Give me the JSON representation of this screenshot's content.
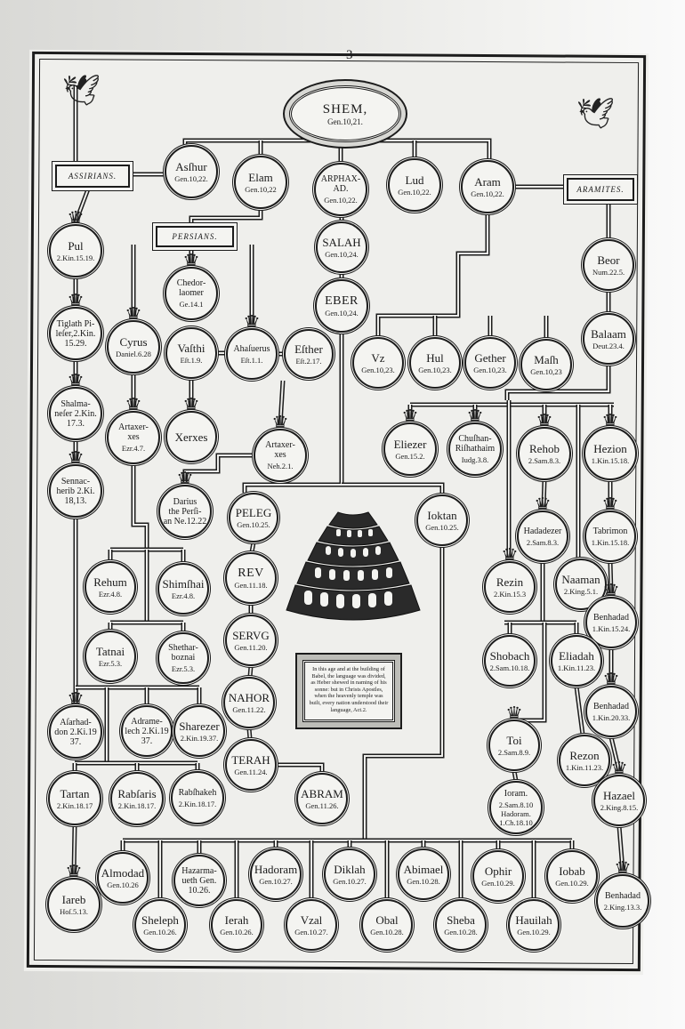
{
  "page_number": "3",
  "root": {
    "name": "SHEM,",
    "ref": "Gen.10,21."
  },
  "labels": {
    "assyrians": "ASSIRIANS.",
    "aramites": "ARAMITES.",
    "persians": "PERSIANS."
  },
  "babel_caption": "In this age and at the building of Babel, the language was divided, as Heber shewed in naming of his sonne: but in Christs Apostles, when the heavenly temple was built, every nation understood their language, Act.2.",
  "nodes": [
    {
      "id": "asshur",
      "name": "Asſhur",
      "ref": "Gen.10,22."
    },
    {
      "id": "elam",
      "name": "Elam",
      "ref": "Gen.10,22"
    },
    {
      "id": "arphaxad",
      "name": "ARPHAX-\nAD.",
      "ref": "Gen.10,22."
    },
    {
      "id": "lud",
      "name": "Lud",
      "ref": "Gen.10,22."
    },
    {
      "id": "aram",
      "name": "Aram",
      "ref": "Gen.10,22."
    },
    {
      "id": "pul",
      "name": "Pul",
      "ref": "2.Kin.15.19."
    },
    {
      "id": "tiglath",
      "name": "Tiglath Pi-\nleſer,2.Kin.\n15.29.",
      "ref": ""
    },
    {
      "id": "shalmaneser",
      "name": "Shalma-\nneſer 2.Kin.\n17.3.",
      "ref": ""
    },
    {
      "id": "sennacherib",
      "name": "Sennac-\nherib 2.Ki.\n18,13.",
      "ref": ""
    },
    {
      "id": "chedorlaomer",
      "name": "Chedor-\nlaomer",
      "ref": "Ge.14.1"
    },
    {
      "id": "cyrus",
      "name": "Cyrus",
      "ref": "Daniel.6.28"
    },
    {
      "id": "vasthi",
      "name": "Vaſthi",
      "ref": "Eſt.1.9."
    },
    {
      "id": "ahasuerus",
      "name": "Ahaſuerus",
      "ref": "Eſt.1.1."
    },
    {
      "id": "esther",
      "name": "Eſther",
      "ref": "Eſt.2.17."
    },
    {
      "id": "xerxes",
      "name": "Xerxes",
      "ref": ""
    },
    {
      "id": "artaxerxes-ezr",
      "name": "Artaxer-\nxes",
      "ref": "Ezr.4.7."
    },
    {
      "id": "artaxerxes-neh",
      "name": "Artaxer-\nxes",
      "ref": "Neh.2.1."
    },
    {
      "id": "darius",
      "name": "Darius\nthe Perſi-\nan Ne.12.22",
      "ref": ""
    },
    {
      "id": "salah",
      "name": "SALAH",
      "ref": "Gen.10,24."
    },
    {
      "id": "eber",
      "name": "EBER",
      "ref": "Gen.10,24."
    },
    {
      "id": "uz",
      "name": "Vz",
      "ref": "Gen.10,23."
    },
    {
      "id": "hul",
      "name": "Hul",
      "ref": "Gen.10,23."
    },
    {
      "id": "gether",
      "name": "Gether",
      "ref": "Gen.10,23."
    },
    {
      "id": "mash",
      "name": "Maſh",
      "ref": "Gen.10,23"
    },
    {
      "id": "beor",
      "name": "Beor",
      "ref": "Num.22.5."
    },
    {
      "id": "balaam",
      "name": "Balaam",
      "ref": "Deut.23.4."
    },
    {
      "id": "eliezer",
      "name": "Eliezer",
      "ref": "Gen.15.2."
    },
    {
      "id": "chushan",
      "name": "Chuſhan-\nRiſhathaim",
      "ref": "Iudg.3.8."
    },
    {
      "id": "rehob",
      "name": "Rehob",
      "ref": "2.Sam.8.3."
    },
    {
      "id": "hezion",
      "name": "Hezion",
      "ref": "1.Kin.15.18."
    },
    {
      "id": "hadadezer",
      "name": "Hadadezer",
      "ref": "2.Sam.8.3."
    },
    {
      "id": "tabrimon",
      "name": "Tabrimon",
      "ref": "1.Kin.15.18."
    },
    {
      "id": "rezin",
      "name": "Rezin",
      "ref": "2.Kin.15.3"
    },
    {
      "id": "naaman",
      "name": "Naaman",
      "ref": "2.King.5.1."
    },
    {
      "id": "benhadad1",
      "name": "Benhadad",
      "ref": "1.Kin.15.24."
    },
    {
      "id": "shobach",
      "name": "Shobach",
      "ref": "2.Sam.10.18."
    },
    {
      "id": "eliadah",
      "name": "Eliadah",
      "ref": "1.Kin.11.23."
    },
    {
      "id": "benhadad2",
      "name": "Benhadad",
      "ref": "1.Kin.20.33."
    },
    {
      "id": "toi",
      "name": "Toi",
      "ref": "2.Sam.8.9."
    },
    {
      "id": "rezon",
      "name": "Rezon",
      "ref": "1.Kin.11.23."
    },
    {
      "id": "ioram",
      "name": "Ioram.",
      "ref": "2.Sam.8.10\nHadoram.\n1.Ch.18.10"
    },
    {
      "id": "hazael",
      "name": "Hazael",
      "ref": "2.King.8.15."
    },
    {
      "id": "benhadad3",
      "name": "Benhadad",
      "ref": "2.King.13.3."
    },
    {
      "id": "peleg",
      "name": "PELEG",
      "ref": "Gen.10.25."
    },
    {
      "id": "reu",
      "name": "REV",
      "ref": "Gen.11.18."
    },
    {
      "id": "serug",
      "name": "SERVG",
      "ref": "Gen.11.20."
    },
    {
      "id": "nahor",
      "name": "NAHOR",
      "ref": "Gen.11.22."
    },
    {
      "id": "terah",
      "name": "TERAH",
      "ref": "Gen.11.24."
    },
    {
      "id": "abram",
      "name": "ABRAM",
      "ref": "Gen.11.26."
    },
    {
      "id": "ioktan",
      "name": "Ioktan",
      "ref": "Gen.10.25."
    },
    {
      "id": "rehum",
      "name": "Rehum",
      "ref": "Ezr.4.8."
    },
    {
      "id": "shimshai",
      "name": "Shimſhai",
      "ref": "Ezr.4.8."
    },
    {
      "id": "tatnai",
      "name": "Tatnai",
      "ref": "Ezr.5.3."
    },
    {
      "id": "shetharbozenai",
      "name": "Shethar-\nboznai",
      "ref": "Ezr.5.3."
    },
    {
      "id": "asarhaddon",
      "name": "Aſarhad-\ndon 2.Ki.19\n37.",
      "ref": ""
    },
    {
      "id": "adrammelech",
      "name": "Adrame-\nlech 2.Ki.19\n37.",
      "ref": ""
    },
    {
      "id": "sharezer",
      "name": "Sharezer",
      "ref": "2.Kin.19.37."
    },
    {
      "id": "tartan",
      "name": "Tartan",
      "ref": "2.Kin.18.17"
    },
    {
      "id": "rabsaris",
      "name": "Rabſaris",
      "ref": "2.Kin.18.17."
    },
    {
      "id": "rabshakeh",
      "name": "Rabſhakeh",
      "ref": "2.Kin.18.17."
    },
    {
      "id": "iareb",
      "name": "Iareb",
      "ref": "Hoſ.5.13."
    },
    {
      "id": "almodad",
      "name": "Almodad",
      "ref": "Gen.10.26"
    },
    {
      "id": "sheleph",
      "name": "Sheleph",
      "ref": "Gen.10.26."
    },
    {
      "id": "hazarmaveth",
      "name": "Hazarma-\nueth Gen.\n10.26.",
      "ref": ""
    },
    {
      "id": "ierah",
      "name": "Ierah",
      "ref": "Gen.10.26."
    },
    {
      "id": "hadoram",
      "name": "Hadoram",
      "ref": "Gen.10.27."
    },
    {
      "id": "uzal",
      "name": "Vzal",
      "ref": "Gen.10.27."
    },
    {
      "id": "diklah",
      "name": "Diklah",
      "ref": "Gen.10.27."
    },
    {
      "id": "obal",
      "name": "Obal",
      "ref": "Gen.10.28."
    },
    {
      "id": "abimael",
      "name": "Abimael",
      "ref": "Gen.10.28."
    },
    {
      "id": "sheba",
      "name": "Sheba",
      "ref": "Gen.10.28."
    },
    {
      "id": "ophir",
      "name": "Ophir",
      "ref": "Gen.10.29."
    },
    {
      "id": "havilah",
      "name": "Hauilah",
      "ref": "Gen.10.29."
    },
    {
      "id": "iobab",
      "name": "Iobab",
      "ref": "Gen.10.29."
    }
  ]
}
